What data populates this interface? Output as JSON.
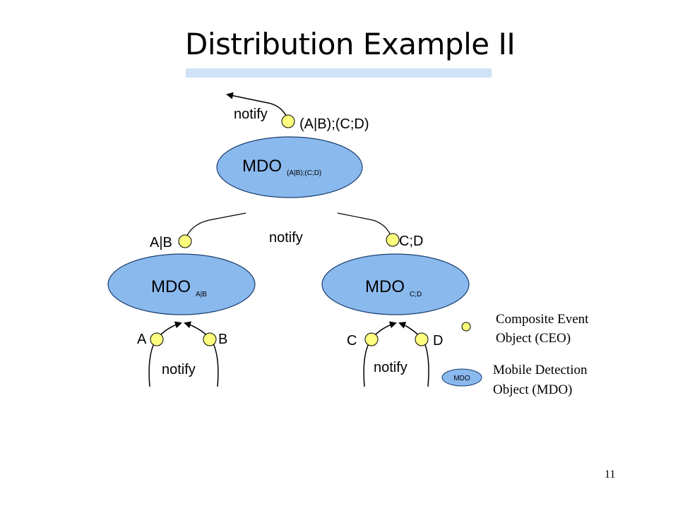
{
  "title": "Distribution Example II",
  "page_number": "11",
  "nodes": {
    "top": {
      "main": "MDO",
      "sub": "(A|B);(C;D)",
      "ceo_label": "(A|B);(C;D)",
      "notify_label": "notify"
    },
    "left": {
      "main": "MDO",
      "sub": "A|B",
      "ceo_label": "A|B",
      "input_a": "A",
      "input_b": "B",
      "notify_label": "notify"
    },
    "right": {
      "main": "MDO",
      "sub": "C;D",
      "ceo_label": "C;D",
      "input_c": "C",
      "input_d": "D",
      "notify_label": "notify"
    },
    "middle_notify": "notify"
  },
  "legend": {
    "ceo_line1": "Composite Event",
    "ceo_line2": "Object (CEO)",
    "mdo_icon_label": "MDO",
    "mdo_line1": "Mobile Detection",
    "mdo_line2": "Object (MDO)"
  },
  "colors": {
    "mdo_fill": "#8ab9ee",
    "ceo_fill": "#ffff80",
    "title_bar": "#cfe2f7"
  }
}
